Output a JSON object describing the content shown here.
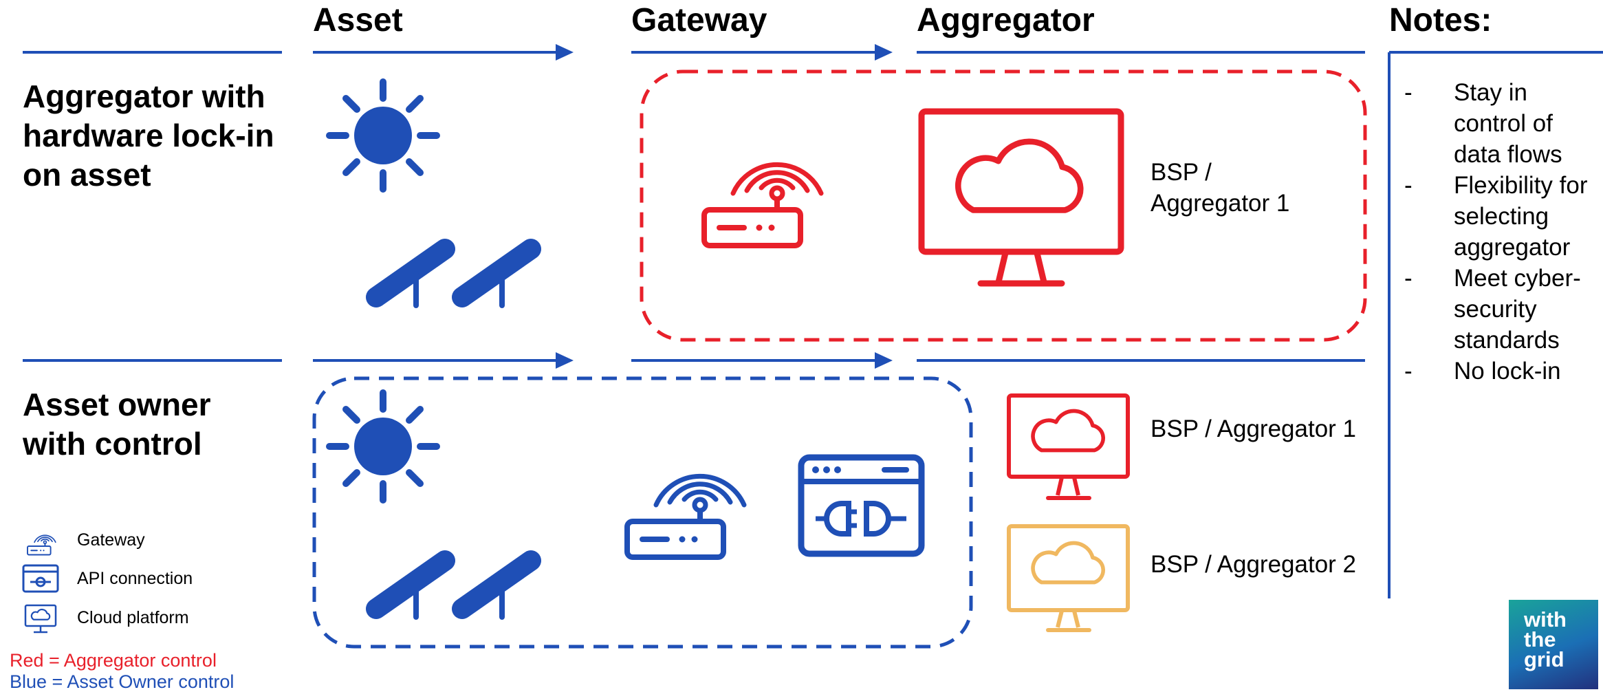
{
  "headers": {
    "asset": "Asset",
    "gateway": "Gateway",
    "aggregator": "Aggregator",
    "notes": "Notes:"
  },
  "rows": [
    {
      "title": "Aggregator with hardware lock-in on asset",
      "bsp_label": "BSP / Aggregator 1"
    },
    {
      "title": "Asset owner with control",
      "bsp_labels": [
        "BSP / Aggregator 1",
        "BSP / Aggregator 2"
      ]
    }
  ],
  "notes": [
    "Stay in control of data flows",
    "Flexibility for selecting aggregator",
    "Meet cyber-security standards",
    "No lock-in"
  ],
  "legend": {
    "items": [
      {
        "icon": "gateway-icon",
        "label": "Gateway"
      },
      {
        "icon": "api-connection-icon",
        "label": "API connection"
      },
      {
        "icon": "cloud-platform-icon",
        "label": "Cloud platform"
      }
    ],
    "red_text": "Red = Aggregator control",
    "blue_text": "Blue = Asset Owner control"
  },
  "logo": [
    "with",
    "the",
    "grid"
  ],
  "colors": {
    "blue": "#1f4fb6",
    "red": "#e8202a",
    "orange": "#f0b860"
  }
}
